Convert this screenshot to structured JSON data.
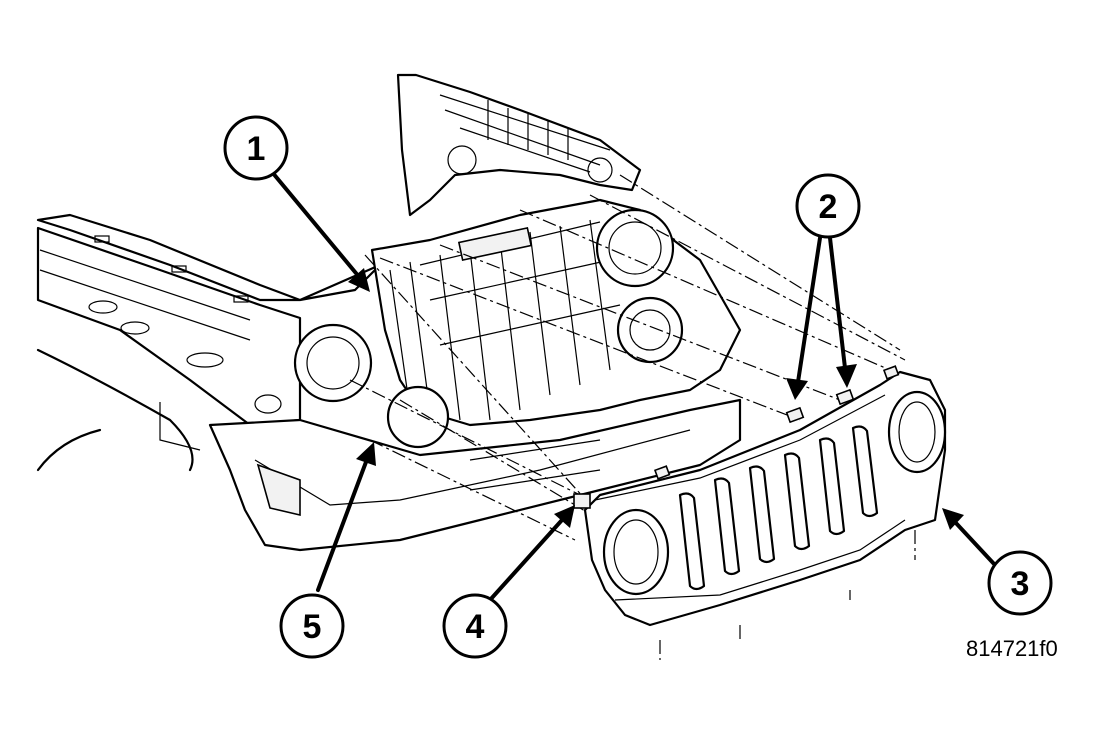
{
  "figure": {
    "id_label": "814721f0"
  },
  "callouts": [
    {
      "number": "1"
    },
    {
      "number": "2"
    },
    {
      "number": "3"
    },
    {
      "number": "4"
    },
    {
      "number": "5"
    }
  ]
}
